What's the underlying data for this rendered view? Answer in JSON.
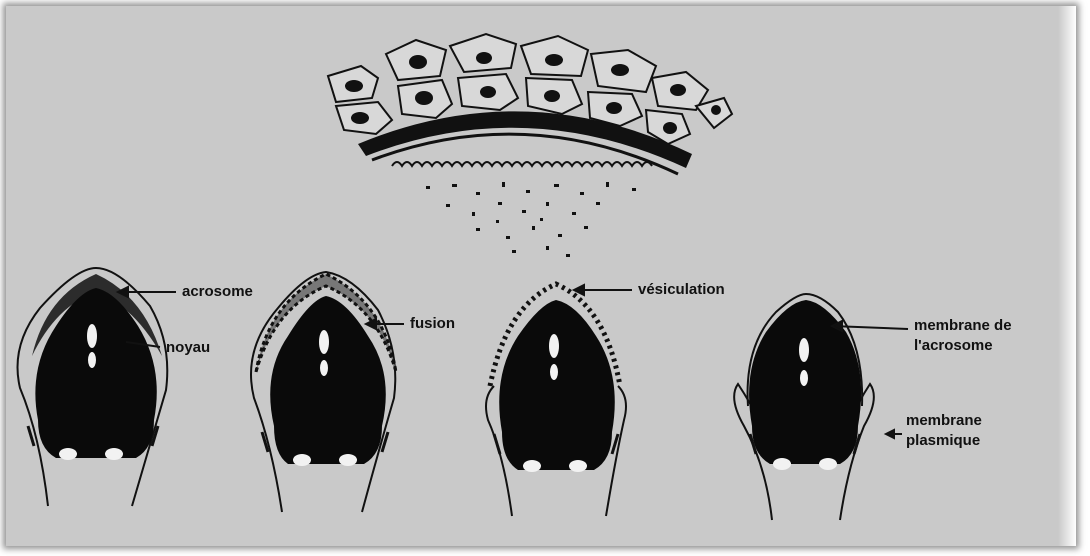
{
  "labels": {
    "acrosome": "acrosome",
    "noyau": "noyau",
    "fusion": "fusion",
    "vesiculation": "vésiculation",
    "membrane_acrosome_line1": "membrane de",
    "membrane_acrosome_line2": "l'acrosome",
    "membrane_plasmique_line1": "membrane",
    "membrane_plasmique_line2": "plasmique"
  },
  "colors": {
    "background": "#c9c9c9",
    "ink": "#111111"
  }
}
